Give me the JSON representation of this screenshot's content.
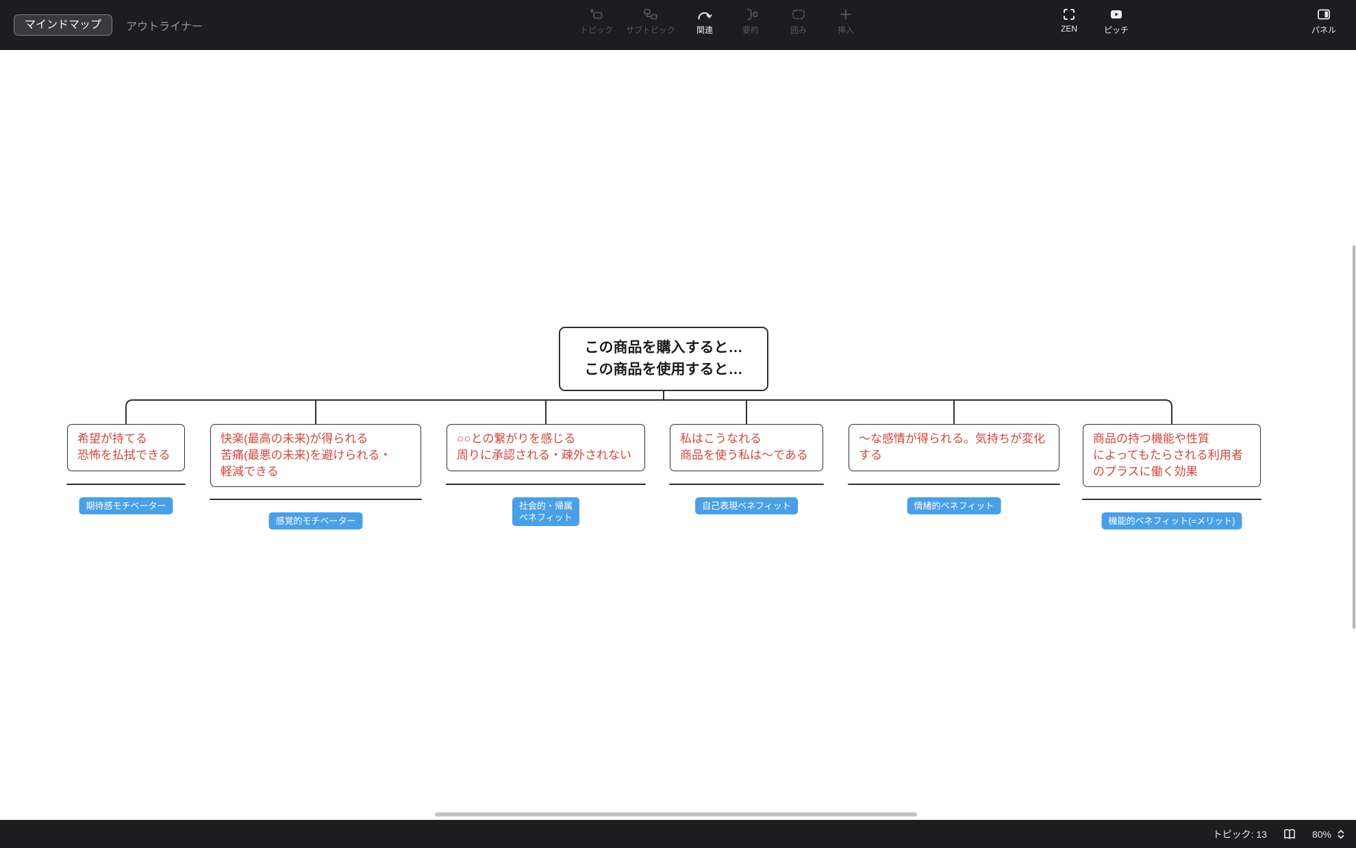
{
  "topbar": {
    "tabs": [
      {
        "label": "マインドマップ",
        "active": true
      },
      {
        "label": "アウトライナー",
        "active": false
      }
    ],
    "tools": [
      {
        "label": "トピック",
        "icon": "topic-icon",
        "enabled": false
      },
      {
        "label": "サブトピック",
        "icon": "subtopic-icon",
        "enabled": false
      },
      {
        "label": "関連",
        "icon": "relationship-icon",
        "enabled": true
      },
      {
        "label": "要約",
        "icon": "summary-icon",
        "enabled": false
      },
      {
        "label": "囲み",
        "icon": "boundary-icon",
        "enabled": false
      },
      {
        "label": "挿入",
        "icon": "insert-icon",
        "enabled": false
      }
    ],
    "zen": {
      "label": "ZEN",
      "icon": "zen-icon"
    },
    "pitch": {
      "label": "ピッチ",
      "icon": "pitch-icon"
    },
    "panel": {
      "label": "パネル",
      "icon": "panel-icon"
    }
  },
  "mindmap": {
    "root": {
      "text": "この商品を購入すると…\nこの商品を使用すると…"
    },
    "children": [
      {
        "text": "希望が持てる\n恐怖を払拭できる",
        "tag": "期待感モチベーター"
      },
      {
        "text": "快楽(最高の未来)が得られる\n苦痛(最悪の未来)を避けられる・\n軽減できる",
        "tag": "感覚的モチベーター"
      },
      {
        "text": "○○との繋がりを感じる\n周りに承認される・疎外されない",
        "tag": "社会的・帰属\nベネフィット"
      },
      {
        "text": "私はこうなれる\n商品を使う私は〜である",
        "tag": "自己表現ベネフィット"
      },
      {
        "text": "〜な感情が得られる。気持ちが変化\nする",
        "tag": "情緒的ベネフィット"
      },
      {
        "text": "商品の持つ機能や性質\nによってもたらされる利用者\nのプラスに働く効果",
        "tag": "機能的ベネフィット(=メリット)"
      }
    ],
    "colors": {
      "node_border": "#2e2e2e",
      "node_text_red": "#d0473e",
      "tag_bg": "#4aa0e6",
      "tag_text": "#ffffff",
      "connector": "#2e2e2e"
    }
  },
  "statusbar": {
    "topic_count": "トピック: 13",
    "zoom": "80%"
  }
}
